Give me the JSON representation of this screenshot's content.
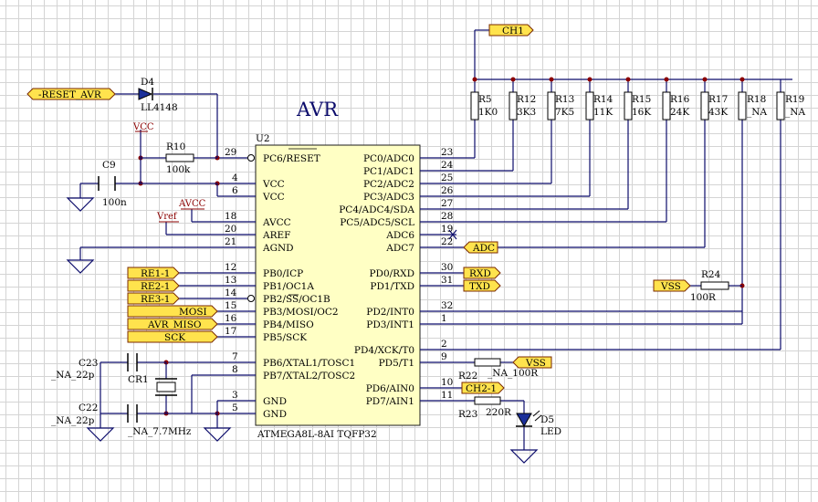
{
  "chip": {
    "title": "AVR",
    "designator": "U2",
    "part": "ATMEGA8L-8AI TQFP32",
    "left_pins": [
      {
        "num": "29",
        "name": "PC6/RESET"
      },
      {
        "num": "4",
        "name": "VCC"
      },
      {
        "num": "6",
        "name": "VCC"
      },
      {
        "num": "18",
        "name": "AVCC"
      },
      {
        "num": "20",
        "name": "AREF"
      },
      {
        "num": "21",
        "name": "AGND"
      },
      {
        "num": "12",
        "name": "PB0/ICP"
      },
      {
        "num": "13",
        "name": "PB1/OC1A"
      },
      {
        "num": "14",
        "name": "PB2/SS/OC1B"
      },
      {
        "num": "15",
        "name": "PB3/MOSI/OC2"
      },
      {
        "num": "16",
        "name": "PB4/MISO"
      },
      {
        "num": "17",
        "name": "PB5/SCK"
      },
      {
        "num": "7",
        "name": "PB6/XTAL1/TOSC1"
      },
      {
        "num": "8",
        "name": "PB7/XTAL2/TOSC2"
      },
      {
        "num": "3",
        "name": "GND"
      },
      {
        "num": "5",
        "name": "GND"
      }
    ],
    "right_pins": [
      {
        "num": "23",
        "name": "PC0/ADC0"
      },
      {
        "num": "24",
        "name": "PC1/ADC1"
      },
      {
        "num": "25",
        "name": "PC2/ADC2"
      },
      {
        "num": "26",
        "name": "PC3/ADC3"
      },
      {
        "num": "27",
        "name": "PC4/ADC4/SDA"
      },
      {
        "num": "28",
        "name": "PC5/ADC5/SCL"
      },
      {
        "num": "19",
        "name": "ADC6"
      },
      {
        "num": "22",
        "name": "ADC7"
      },
      {
        "num": "30",
        "name": "PD0/RXD"
      },
      {
        "num": "31",
        "name": "PD1/TXD"
      },
      {
        "num": "32",
        "name": "PD2/INT0"
      },
      {
        "num": "1",
        "name": "PD3/INT1"
      },
      {
        "num": "2",
        "name": "PD4/XCK/T0"
      },
      {
        "num": "9",
        "name": "PD5/T1"
      },
      {
        "num": "10",
        "name": "PD6/AIN0"
      },
      {
        "num": "11",
        "name": "PD7/AIN1"
      }
    ]
  },
  "resistors_top": [
    {
      "ref": "R5",
      "value": "1K0"
    },
    {
      "ref": "R12",
      "value": "3K3"
    },
    {
      "ref": "R13",
      "value": "7K5"
    },
    {
      "ref": "R14",
      "value": "11K"
    },
    {
      "ref": "R15",
      "value": "16K"
    },
    {
      "ref": "R16",
      "value": "24K"
    },
    {
      "ref": "R17",
      "value": "43K"
    },
    {
      "ref": "R18",
      "value": "_NA"
    },
    {
      "ref": "R19",
      "value": "_NA"
    }
  ],
  "ports": {
    "ch1": "CH1",
    "reset": "-RESET_AVR",
    "adc": "ADC",
    "rxd": "RXD",
    "txd": "TXD",
    "vss1": "VSS",
    "vss2": "VSS",
    "ch2": "CH2-1",
    "re1": "RE1-1",
    "re2": "RE2-1",
    "re3": "RE3-1",
    "mosi": "MOSI",
    "miso": "AVR_MISO",
    "sck": "SCK"
  },
  "parts": {
    "d4_ref": "D4",
    "d4_val": "LL4148",
    "r10_ref": "R10",
    "r10_val": "100k",
    "c9_ref": "C9",
    "c9_val": "100n",
    "vcc": "VCC",
    "avcc": "AVCC",
    "vref": "Vref",
    "r24_ref": "R24",
    "r24_val": "100R",
    "r22_ref": "R22",
    "r22_val": "_NA_100R",
    "r23_ref": "R23",
    "r23_val": "220R",
    "d5_ref": "D5",
    "d5_val": "LED",
    "c23_ref": "C23",
    "c23_val": "_NA_22p",
    "c22_ref": "C22",
    "c22_val": "_NA_22p",
    "cr1_ref": "CR1",
    "cr1_val": "_NA_7.7MHz"
  }
}
